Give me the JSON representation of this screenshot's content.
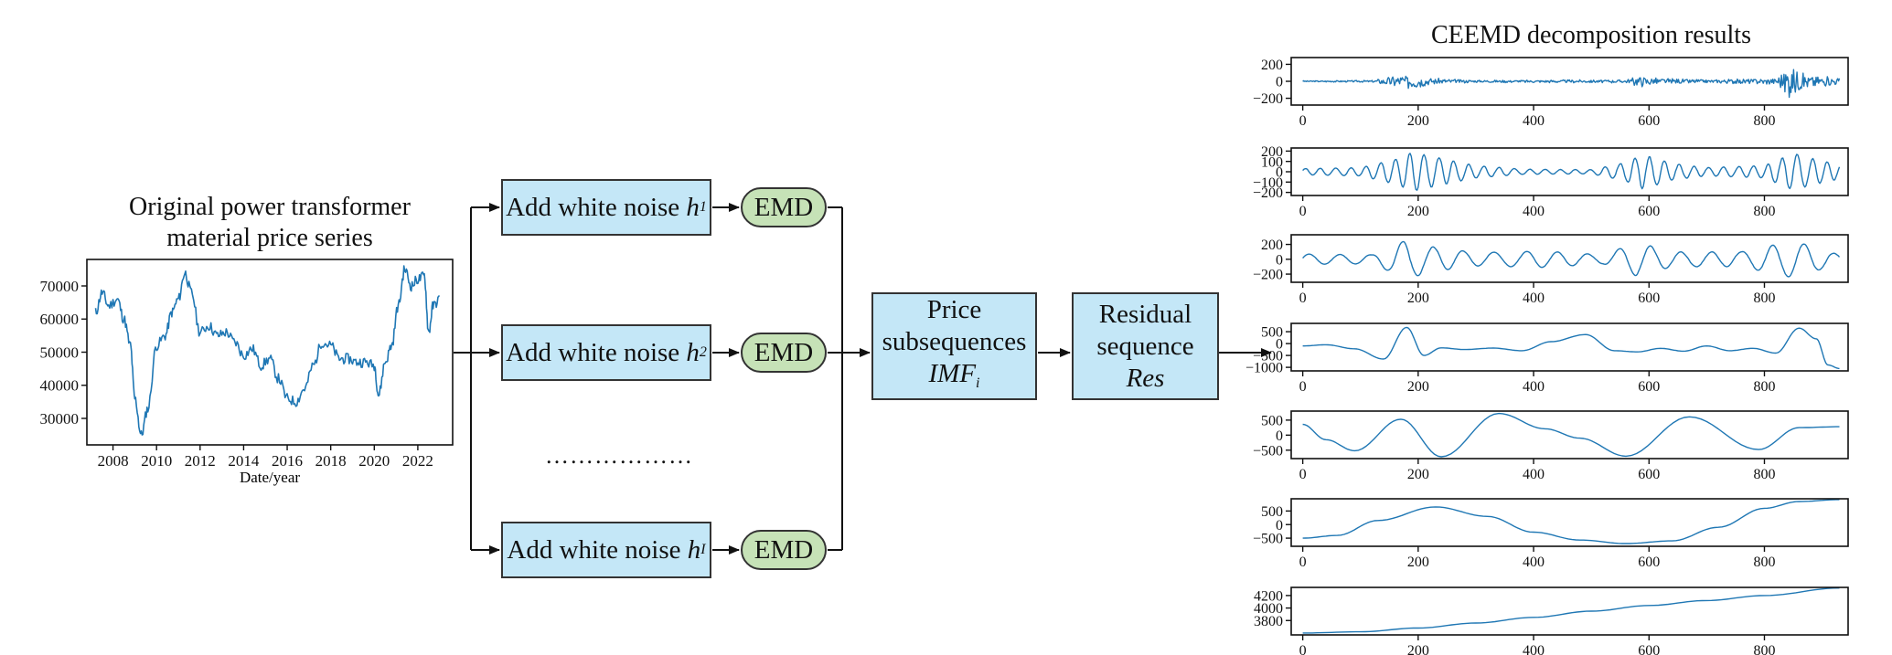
{
  "original": {
    "title_line1": "Original power transformer",
    "title_line2": "material price series",
    "xlabel": "Date/year"
  },
  "noise_boxes": [
    {
      "label": "Add white noise ",
      "var": "h",
      "sub": "1"
    },
    {
      "label": "Add white noise ",
      "var": "h",
      "sub": "2"
    },
    {
      "label": "Add white noise ",
      "var": "h",
      "sub": "I"
    }
  ],
  "emd_label": "EMD",
  "ellipsis": "………………",
  "price_box": {
    "line1": "Price",
    "line2": "subsequences",
    "line3": "IMF",
    "sub": "i"
  },
  "residual_box": {
    "line1": "Residual",
    "line2": "sequence",
    "line3": "Res"
  },
  "decomp_title": "CEEMD decomposition results",
  "colors": {
    "box_blue": "#c4e7f7",
    "box_green": "#c6e2b7",
    "line": "#1f77b4"
  },
  "chart_data": [
    {
      "type": "line",
      "name": "original",
      "x": [
        2007.2,
        2007.5,
        2007.8,
        2008.2,
        2008.5,
        2008.8,
        2009.0,
        2009.3,
        2009.6,
        2010.0,
        2010.4,
        2010.7,
        2011.0,
        2011.3,
        2011.6,
        2012.0,
        2012.4,
        2012.8,
        2013.2,
        2013.6,
        2014.0,
        2014.4,
        2014.8,
        2015.2,
        2015.6,
        2016.0,
        2016.4,
        2016.8,
        2017.2,
        2017.6,
        2018.0,
        2018.4,
        2018.8,
        2019.2,
        2019.6,
        2020.0,
        2020.2,
        2020.5,
        2020.8,
        2021.1,
        2021.4,
        2021.7,
        2022.0,
        2022.3,
        2022.5,
        2022.7,
        2023.0
      ],
      "y": [
        62000,
        68000,
        64000,
        66000,
        60000,
        52000,
        36000,
        25000,
        33000,
        52000,
        55000,
        62000,
        66000,
        74000,
        68000,
        56000,
        58000,
        55000,
        56000,
        53000,
        49000,
        51000,
        46000,
        48000,
        42000,
        36000,
        35000,
        39000,
        46000,
        53000,
        52000,
        48000,
        48000,
        47000,
        47000,
        46000,
        37000,
        47000,
        52000,
        64000,
        75000,
        70000,
        72000,
        73000,
        56000,
        64000,
        66000
      ],
      "xticks": [
        2008,
        2010,
        2012,
        2014,
        2016,
        2018,
        2020,
        2022
      ],
      "yticks": [
        30000,
        40000,
        50000,
        60000,
        70000
      ],
      "xlim": [
        2006.8,
        2023.6
      ],
      "ylim": [
        22000,
        78000
      ]
    },
    {
      "type": "line",
      "name": "imf1",
      "kind": "hf",
      "seed": 3,
      "amp": [
        [
          0,
          8
        ],
        [
          120,
          12
        ],
        [
          150,
          60
        ],
        [
          190,
          100
        ],
        [
          220,
          40
        ],
        [
          300,
          15
        ],
        [
          560,
          20
        ],
        [
          580,
          70
        ],
        [
          620,
          40
        ],
        [
          700,
          20
        ],
        [
          820,
          40
        ],
        [
          840,
          200
        ],
        [
          870,
          90
        ],
        [
          930,
          40
        ]
      ],
      "yticks": [
        200,
        0,
        -200
      ],
      "ylim": [
        -280,
        280
      ],
      "xticks": [
        0,
        200,
        400,
        600,
        800
      ],
      "xlim": [
        -20,
        945
      ]
    },
    {
      "type": "line",
      "name": "imf2",
      "kind": "osc",
      "period": 26,
      "seed": 5,
      "amp": [
        [
          0,
          30
        ],
        [
          100,
          40
        ],
        [
          160,
          120
        ],
        [
          190,
          190
        ],
        [
          240,
          130
        ],
        [
          300,
          60
        ],
        [
          380,
          25
        ],
        [
          500,
          20
        ],
        [
          560,
          90
        ],
        [
          590,
          170
        ],
        [
          640,
          80
        ],
        [
          700,
          40
        ],
        [
          800,
          60
        ],
        [
          850,
          180
        ],
        [
          890,
          120
        ],
        [
          930,
          70
        ]
      ],
      "yticks": [
        200,
        100,
        0,
        -100,
        -200
      ],
      "ylim": [
        -230,
        230
      ],
      "xticks": [
        0,
        200,
        400,
        600,
        800
      ],
      "xlim": [
        -20,
        945
      ]
    },
    {
      "type": "line",
      "name": "imf3",
      "kind": "osc",
      "period": 55,
      "seed": 7,
      "amp": [
        [
          0,
          70
        ],
        [
          120,
          60
        ],
        [
          180,
          260
        ],
        [
          230,
          160
        ],
        [
          300,
          90
        ],
        [
          420,
          110
        ],
        [
          520,
          60
        ],
        [
          580,
          230
        ],
        [
          640,
          100
        ],
        [
          760,
          100
        ],
        [
          850,
          250
        ],
        [
          930,
          60
        ]
      ],
      "yticks": [
        200,
        0,
        -200
      ],
      "ylim": [
        -310,
        330
      ],
      "xticks": [
        0,
        200,
        400,
        600,
        800
      ],
      "xlim": [
        -20,
        945
      ]
    },
    {
      "type": "line",
      "name": "imf4",
      "kind": "pts",
      "x": [
        0,
        40,
        90,
        140,
        180,
        210,
        240,
        280,
        330,
        380,
        430,
        490,
        540,
        580,
        620,
        660,
        700,
        740,
        780,
        820,
        860,
        890,
        910,
        930
      ],
      "y": [
        -100,
        -50,
        -220,
        -650,
        680,
        -500,
        -180,
        -250,
        -190,
        -300,
        80,
        380,
        -300,
        -350,
        -200,
        -320,
        -100,
        -300,
        -200,
        -400,
        650,
        200,
        -900,
        -1050
      ],
      "yticks": [
        500,
        0,
        -500,
        -1000
      ],
      "ylim": [
        -1150,
        850
      ],
      "xticks": [
        0,
        200,
        400,
        600,
        800
      ],
      "xlim": [
        -20,
        945
      ]
    },
    {
      "type": "line",
      "name": "imf5",
      "kind": "pts",
      "x": [
        0,
        40,
        90,
        170,
        240,
        340,
        420,
        480,
        560,
        670,
        790,
        860,
        930
      ],
      "y": [
        360,
        -150,
        -520,
        530,
        -720,
        720,
        210,
        -100,
        -700,
        610,
        -480,
        250,
        280
      ],
      "yticks": [
        500,
        0,
        -500
      ],
      "ylim": [
        -780,
        800
      ],
      "xticks": [
        0,
        200,
        400,
        600,
        800
      ],
      "xlim": [
        -20,
        945
      ]
    },
    {
      "type": "line",
      "name": "imf6",
      "kind": "pts",
      "x": [
        0,
        60,
        130,
        230,
        320,
        400,
        480,
        560,
        640,
        720,
        800,
        860,
        930
      ],
      "y": [
        -500,
        -400,
        150,
        650,
        300,
        -280,
        -570,
        -700,
        -600,
        -100,
        600,
        850,
        920
      ],
      "yticks": [
        500,
        0,
        -500
      ],
      "ylim": [
        -800,
        950
      ],
      "xticks": [
        0,
        200,
        400,
        600,
        800
      ],
      "xlim": [
        -20,
        945
      ]
    },
    {
      "type": "line",
      "name": "residual",
      "kind": "pts",
      "x": [
        0,
        100,
        200,
        300,
        400,
        500,
        600,
        700,
        800,
        930
      ],
      "y": [
        3600,
        3620,
        3680,
        3760,
        3850,
        3950,
        4040,
        4120,
        4200,
        4320
      ],
      "yticks": [
        4200,
        4000,
        3800
      ],
      "ylim": [
        3570,
        4330
      ],
      "xticks": [
        0,
        200,
        400,
        600,
        800
      ],
      "xlim": [
        -20,
        945
      ]
    }
  ]
}
